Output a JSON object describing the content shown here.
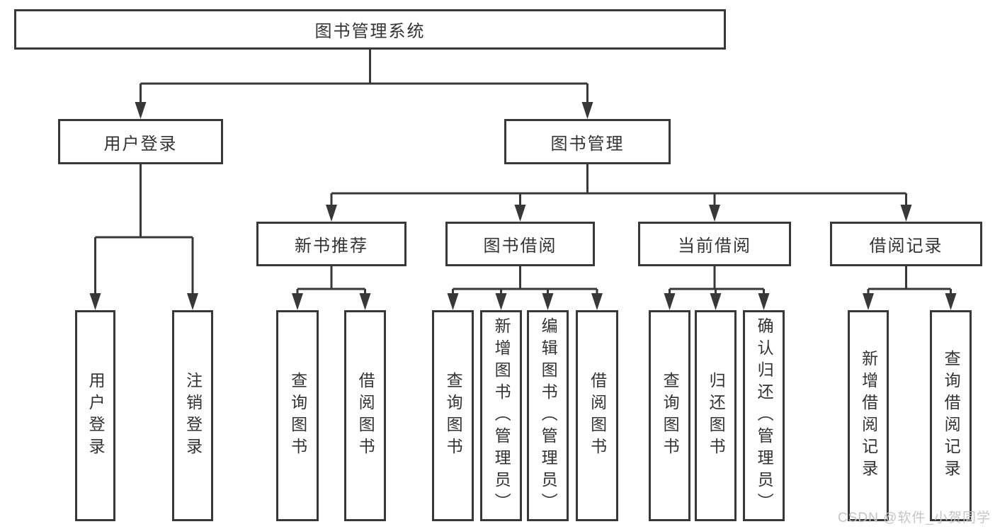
{
  "diagram": {
    "root": {
      "label": "图书管理系统"
    },
    "branches": [
      {
        "label": "用户登录",
        "children": [
          {
            "label": "用户登录"
          },
          {
            "label": "注销登录"
          }
        ]
      },
      {
        "label": "图书管理",
        "sections": [
          {
            "label": "新书推荐",
            "children": [
              {
                "label": "查询图书"
              },
              {
                "label": "借阅图书"
              }
            ]
          },
          {
            "label": "图书借阅",
            "children": [
              {
                "label": "查询图书"
              },
              {
                "label": "新增图书（管理员）"
              },
              {
                "label": "编辑图书（管理员）"
              },
              {
                "label": "借阅图书"
              }
            ]
          },
          {
            "label": "当前借阅",
            "children": [
              {
                "label": "查询图书"
              },
              {
                "label": "归还图书"
              },
              {
                "label": "确认归还（管理员）"
              }
            ]
          },
          {
            "label": "借阅记录",
            "children": [
              {
                "label": "新增借阅记录"
              },
              {
                "label": "查询借阅记录"
              }
            ]
          }
        ]
      }
    ]
  },
  "watermark": {
    "text": "CSDN @软件_小贺同学"
  },
  "colors": {
    "line": "#383838",
    "box_border": "#383838",
    "text": "#333333",
    "watermark": "#c5c5c5",
    "background": "#ffffff"
  }
}
